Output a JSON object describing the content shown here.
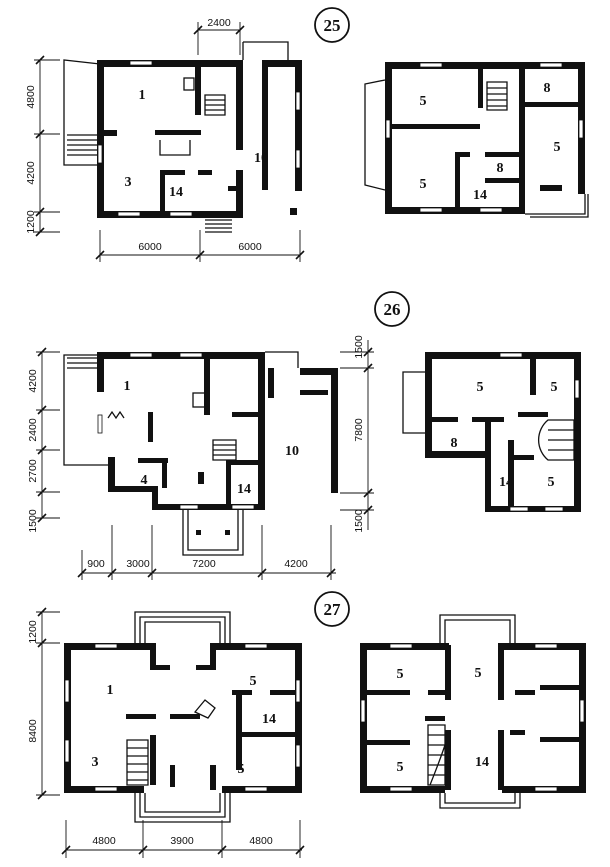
{
  "plans": [
    {
      "number": "25",
      "dims_top": [
        "2400"
      ],
      "dims_left": [
        "4800",
        "4200",
        "1200"
      ],
      "dims_bottom": [
        "6000",
        "6000"
      ],
      "rooms_ground": [
        "1",
        "3",
        "14",
        "10"
      ],
      "rooms_upper": [
        "5",
        "8",
        "5",
        "5",
        "8",
        "14"
      ]
    },
    {
      "number": "26",
      "dims_left": [
        "4200",
        "2400",
        "2700",
        "1500"
      ],
      "dims_right": [
        "1500",
        "7800",
        "1500"
      ],
      "dims_bottom": [
        "900",
        "3000",
        "7200",
        "4200"
      ],
      "rooms_ground": [
        "1",
        "4",
        "14",
        "10"
      ],
      "rooms_upper": [
        "5",
        "5",
        "8",
        "14",
        "5"
      ]
    },
    {
      "number": "27",
      "dims_left": [
        "1200",
        "8400"
      ],
      "dims_bottom": [
        "4800",
        "3900",
        "4800"
      ],
      "rooms_ground": [
        "1",
        "5",
        "14",
        "3",
        "5"
      ],
      "rooms_upper": [
        "5",
        "5",
        "5",
        "14"
      ]
    }
  ]
}
